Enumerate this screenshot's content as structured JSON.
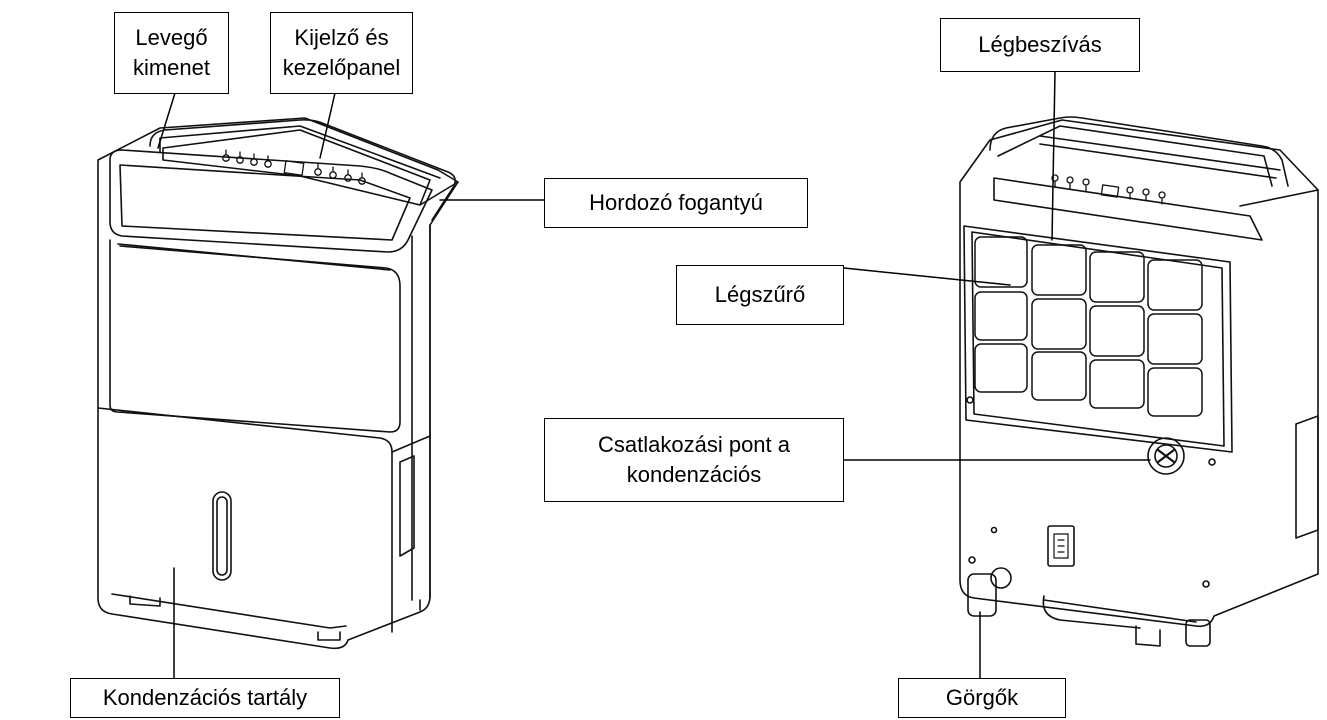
{
  "labels": {
    "air_outlet": "Levegő\nkimenet",
    "display_panel": "Kijelző és\nkezelőpanel",
    "carry_handle": "Hordozó fogantyú",
    "air_intake": "Légbeszívás",
    "air_filter": "Légszűrő",
    "drain_connection": "Csatlakozási pont a\nkondenzációs",
    "water_tank": "Kondenzációs tartály",
    "wheels": "Görgők"
  }
}
